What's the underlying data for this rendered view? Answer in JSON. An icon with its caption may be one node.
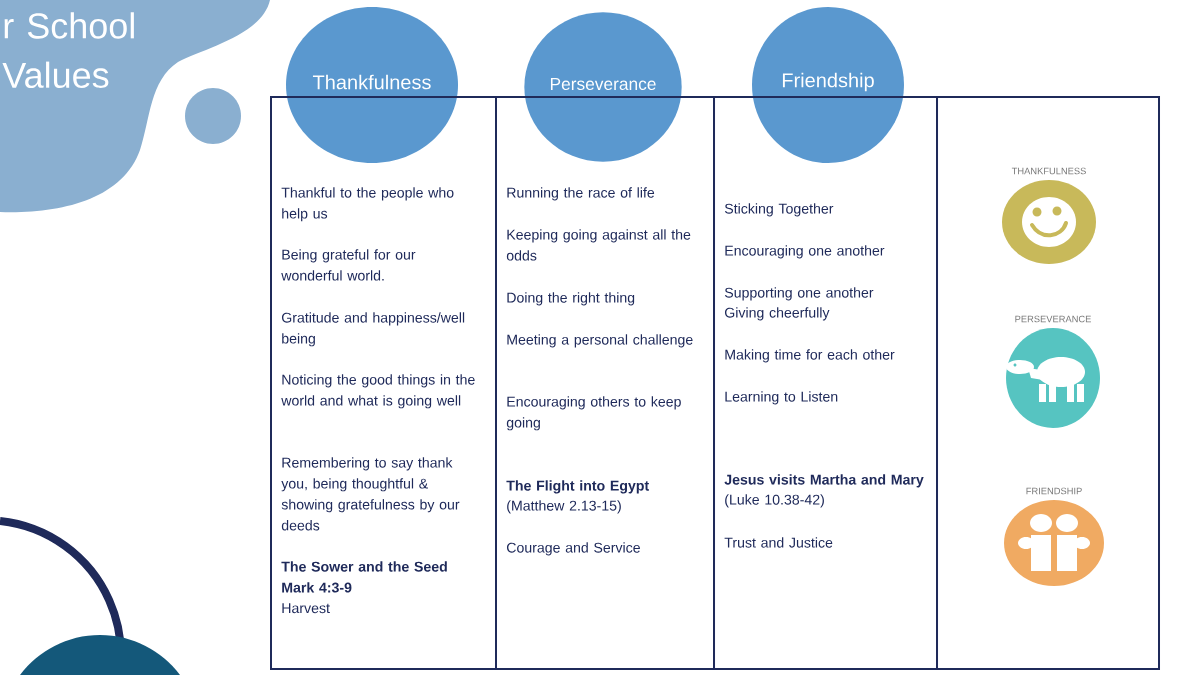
{
  "diagram": {
    "title": "r School Values",
    "nodes": [
      {
        "text": [
          "Thankfulness"
        ]
      },
      {
        "text": [
          "Perseverance"
        ]
      },
      {
        "text": [
          "Friendship"
        ]
      },
      {
        "text": [
          "Thankful to the people who help us",
          "Being grateful for our wonderful world.",
          "Gratitude and happiness/well being",
          "Noticing the good things in the world and what is going well",
          "Remembering to say thank you, being thoughtful & showing gratefulness by our deeds",
          "The Sower and the Seed Mark 4:3-9",
          "Harvest"
        ]
      },
      {
        "text": [
          "Running the race of life",
          "Keeping going against all the odds",
          "Doing the right thing",
          "Meeting a personal challenge",
          "Encouraging others to keep going",
          "The Flight into Egypt",
          "(Matthew 2.13-15)",
          "Courage and Service"
        ]
      },
      {
        "text": [
          "Sticking Together",
          "Encouraging one another",
          "Supporting one another",
          "Giving cheerfully",
          "Making time for each other",
          "Learning to Listen",
          "Jesus visits Martha and Mary",
          "(Luke 10.38-42)",
          "Trust and Justice"
        ]
      },
      {
        "text": [],
        "shape": "box"
      },
      {
        "text": [
          "THANKFULNESS"
        ],
        "in": 6
      },
      {
        "text": [
          "PERSEVERANCE"
        ],
        "in": 6
      },
      {
        "text": [
          "FRIENDSHIP"
        ],
        "in": 6
      }
    ]
  }
}
